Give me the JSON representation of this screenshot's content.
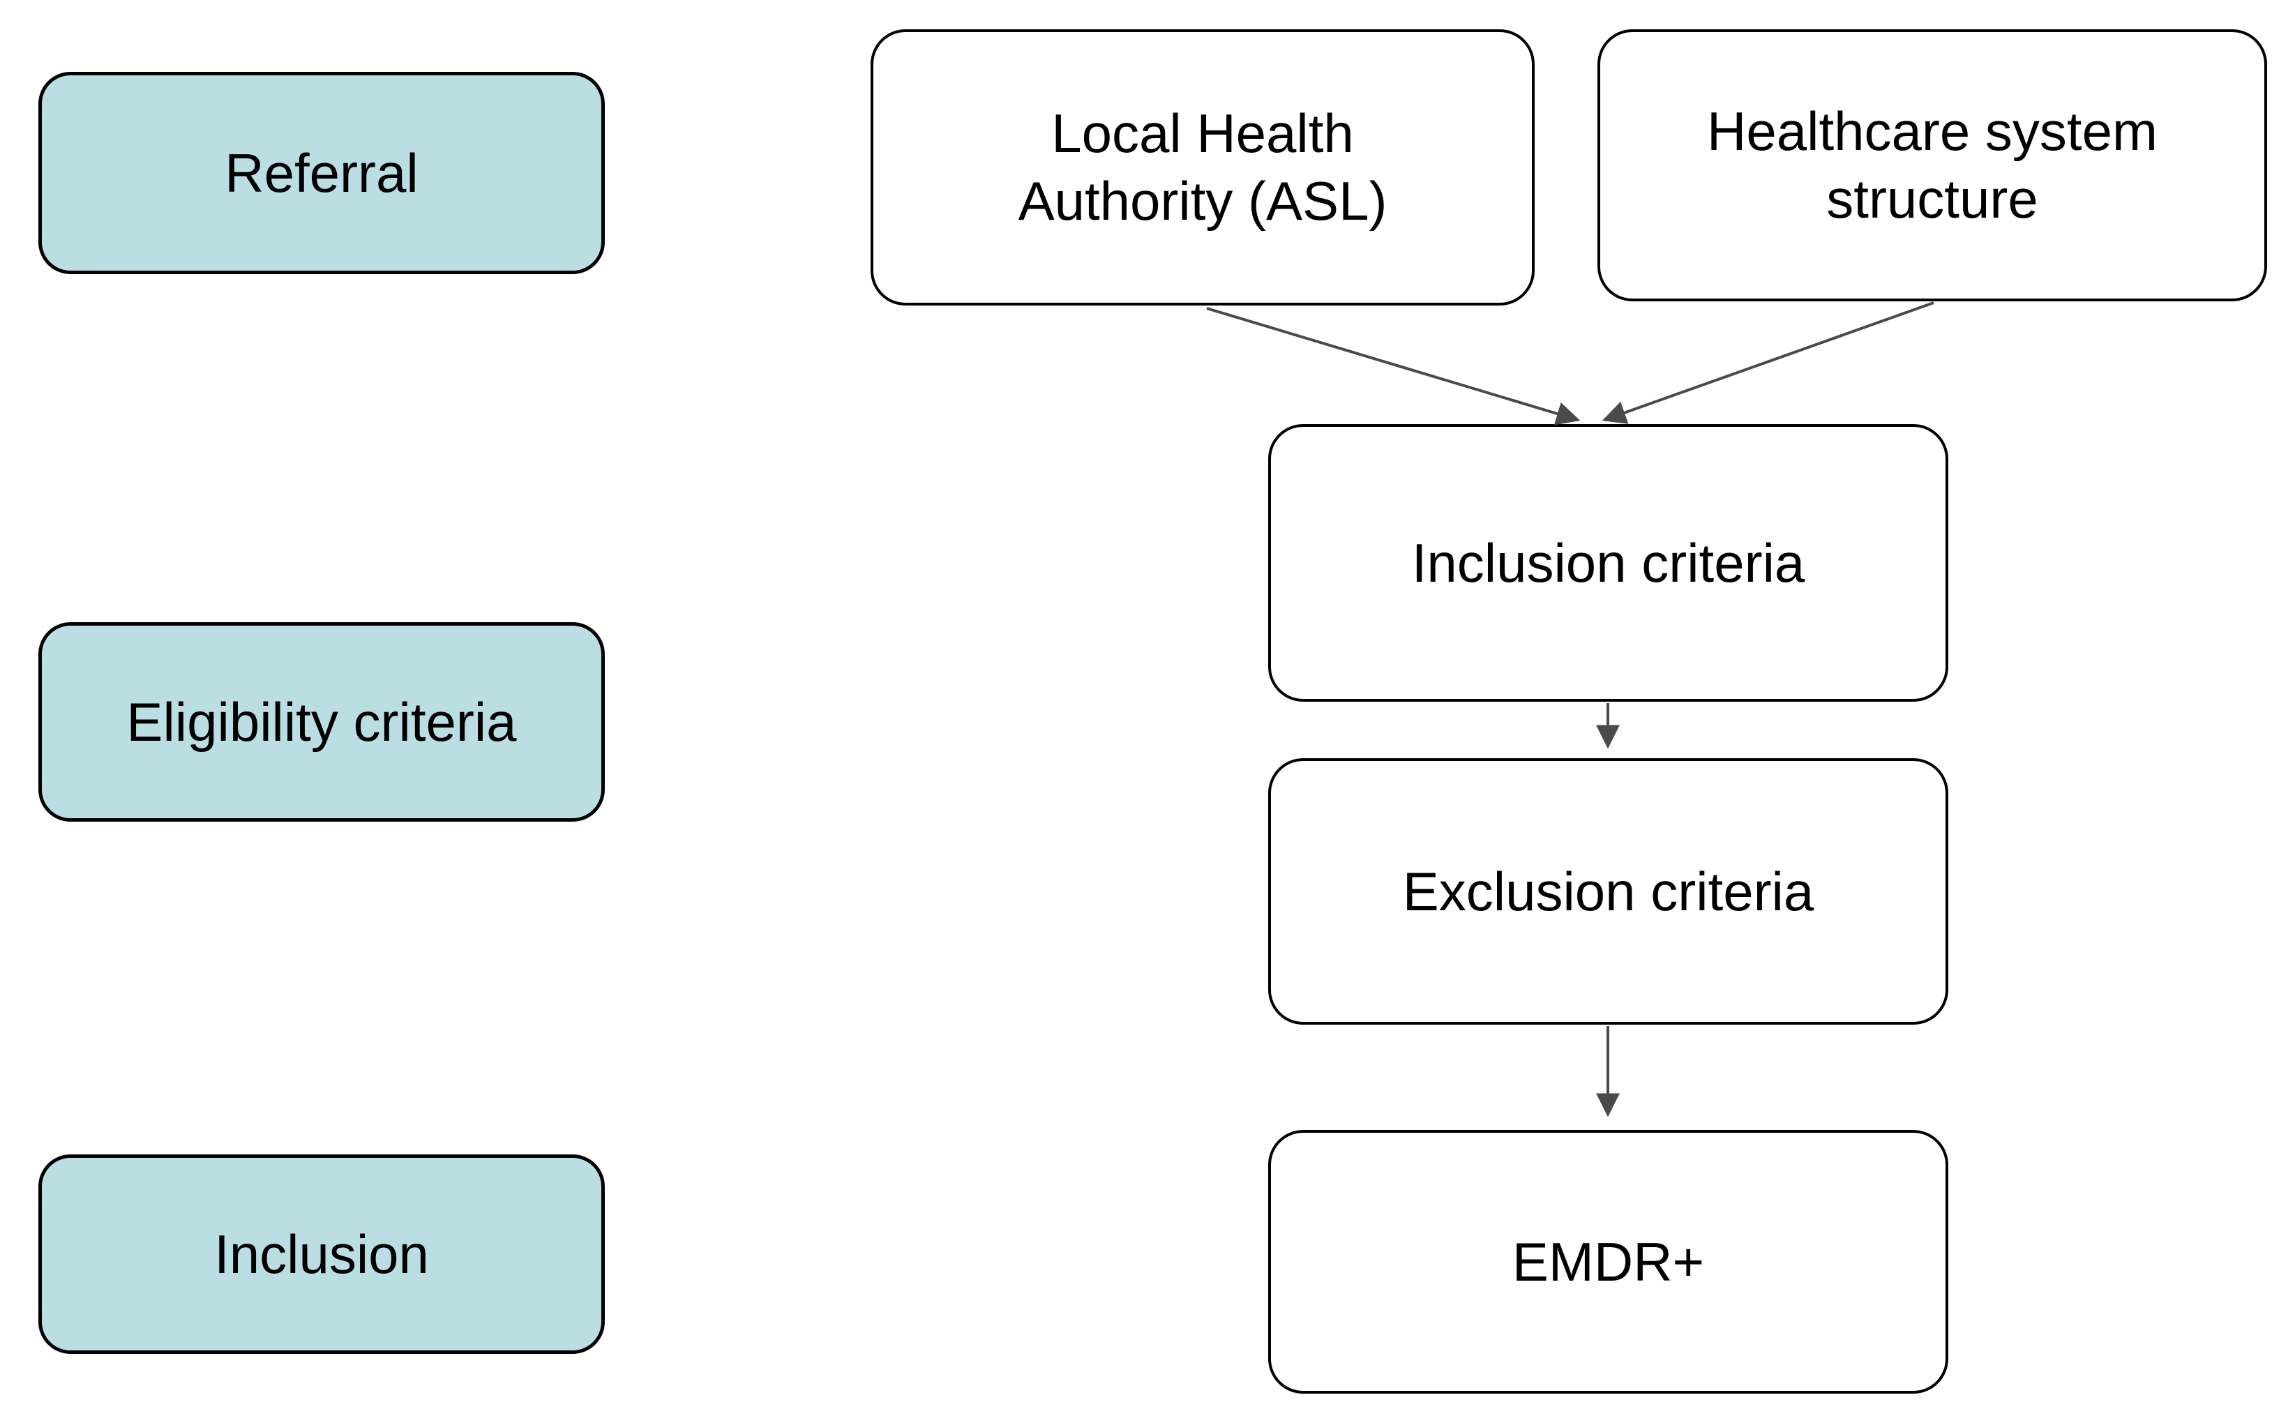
{
  "diagram": {
    "type": "flowchart",
    "background": "#ffffff",
    "colors": {
      "stage_fill": "#badee2",
      "node_fill": "#ffffff",
      "border": "#000000",
      "arrow": "#4a4a4a",
      "text": "#000000"
    },
    "stages": [
      {
        "id": "referral",
        "label": "Referral"
      },
      {
        "id": "eligibility",
        "label": "Eligibility criteria"
      },
      {
        "id": "inclusion",
        "label": "Inclusion"
      }
    ],
    "nodes": {
      "local_health_authority": {
        "lines": [
          "Local Health",
          "Authority (ASL)"
        ]
      },
      "healthcare_system": {
        "lines": [
          "Healthcare system",
          "structure"
        ]
      },
      "inclusion_criteria": {
        "label": "Inclusion criteria"
      },
      "exclusion_criteria": {
        "label": "Exclusion criteria"
      },
      "emdr_plus": {
        "label": "EMDR+"
      }
    },
    "edges": [
      {
        "from": "local_health_authority",
        "to": "inclusion_criteria"
      },
      {
        "from": "healthcare_system",
        "to": "inclusion_criteria"
      },
      {
        "from": "inclusion_criteria",
        "to": "exclusion_criteria"
      },
      {
        "from": "exclusion_criteria",
        "to": "emdr_plus"
      }
    ]
  }
}
